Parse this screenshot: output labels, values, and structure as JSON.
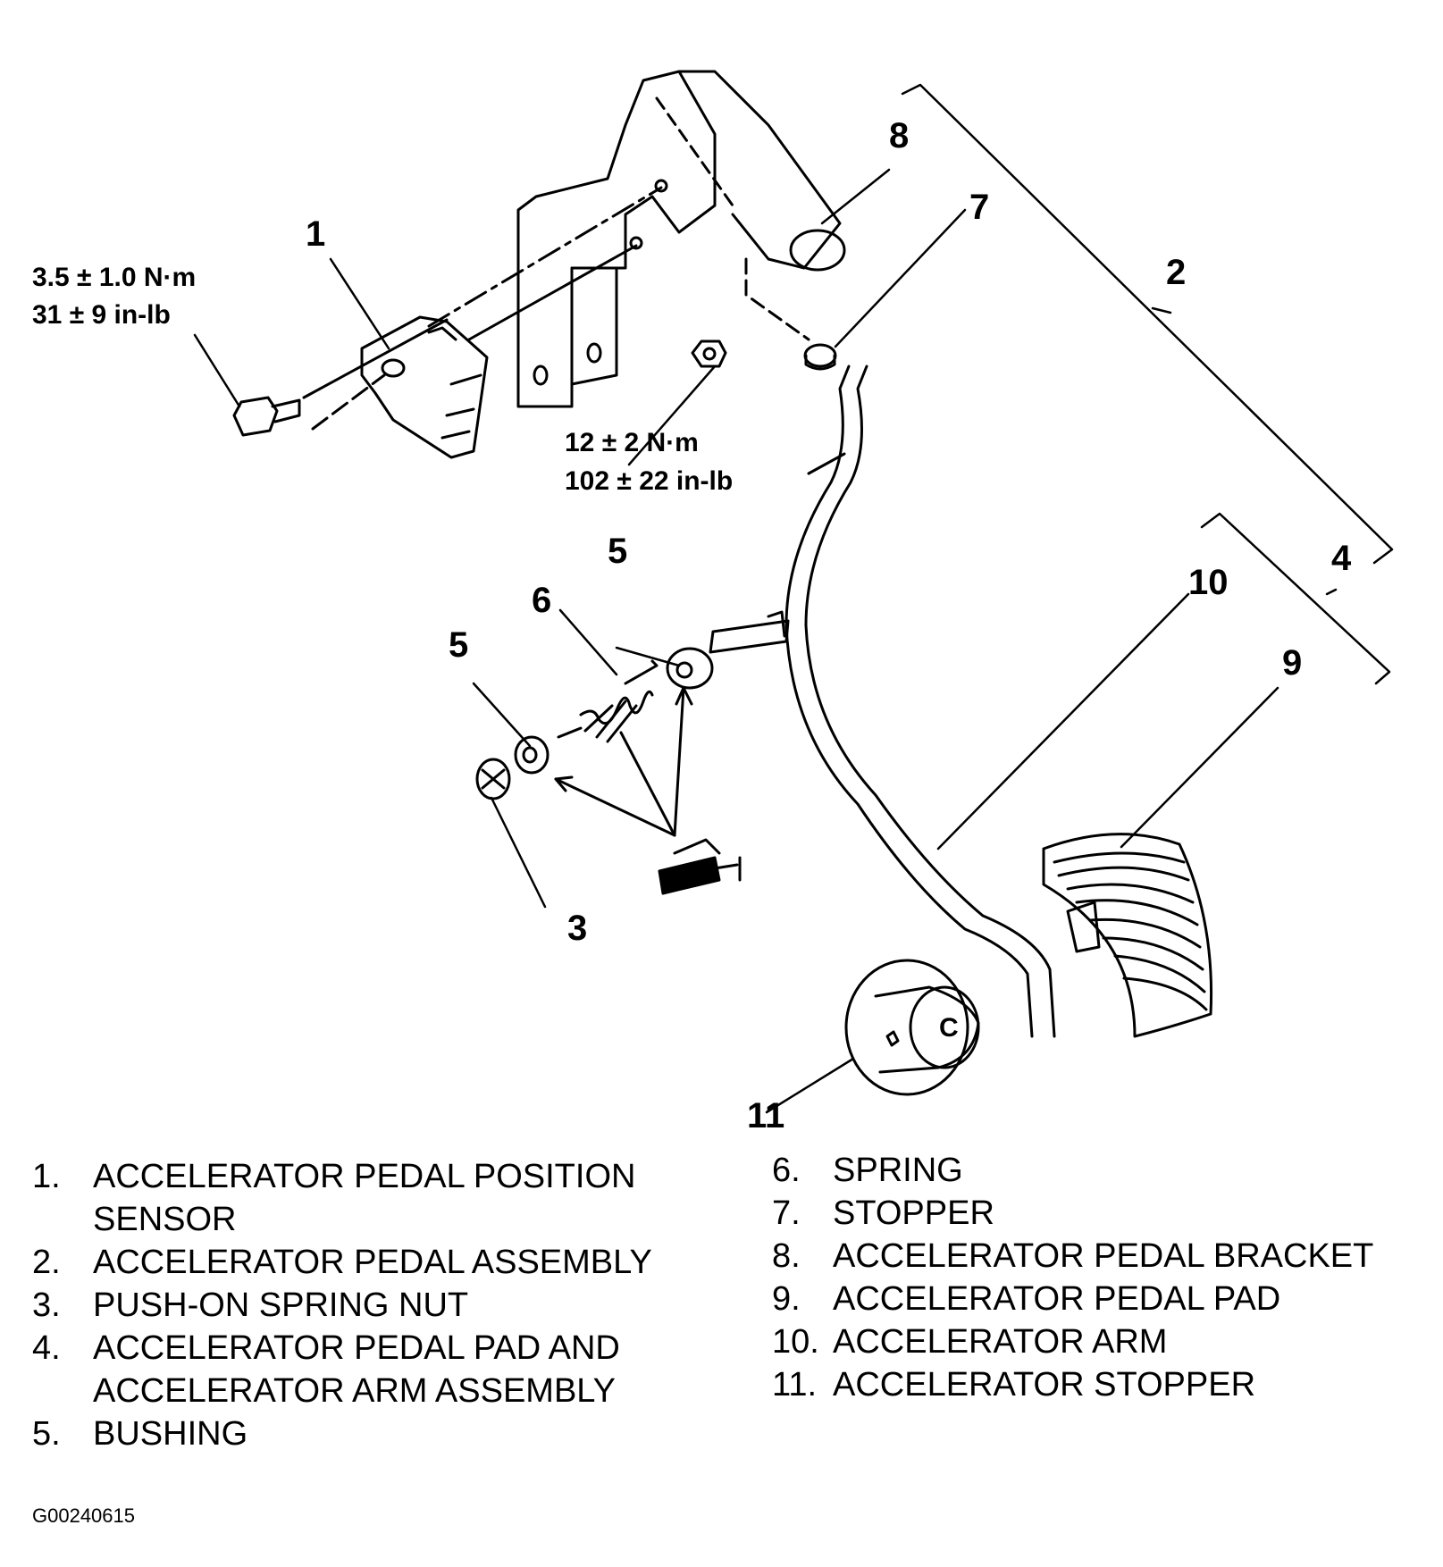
{
  "callouts": {
    "c1": "1",
    "c2": "2",
    "c3": "3",
    "c4": "4",
    "c5a": "5",
    "c5b": "5",
    "c6": "6",
    "c7": "7",
    "c8": "8",
    "c9": "9",
    "c10": "10",
    "c11": "11"
  },
  "torque": {
    "sensor_bolt": {
      "metric": "3.5 ± 1.0 N·m",
      "imperial": "31 ± 9 in-lb"
    },
    "bracket_nut": {
      "metric": "12 ± 2 N·m",
      "imperial": "102 ± 22 in-lb"
    }
  },
  "legend": {
    "left": [
      {
        "num": "1.",
        "lines": [
          "ACCELERATOR PEDAL POSITION",
          "SENSOR"
        ]
      },
      {
        "num": "2.",
        "lines": [
          "ACCELERATOR PEDAL ASSEMBLY"
        ]
      },
      {
        "num": "3.",
        "lines": [
          "PUSH-ON SPRING NUT"
        ]
      },
      {
        "num": "4.",
        "lines": [
          "ACCELERATOR PEDAL PAD AND",
          "ACCELERATOR ARM ASSEMBLY"
        ]
      },
      {
        "num": "5.",
        "lines": [
          "BUSHING"
        ]
      }
    ],
    "right": [
      {
        "num": "6.",
        "lines": [
          "SPRING"
        ]
      },
      {
        "num": "7.",
        "lines": [
          "STOPPER"
        ]
      },
      {
        "num": "8.",
        "lines": [
          "ACCELERATOR PEDAL BRACKET"
        ]
      },
      {
        "num": "9.",
        "lines": [
          "ACCELERATOR PEDAL PAD"
        ]
      },
      {
        "num": "10.",
        "lines": [
          "ACCELERATOR ARM"
        ]
      },
      {
        "num": "11.",
        "lines": [
          "ACCELERATOR STOPPER"
        ]
      }
    ]
  },
  "figure_id": "G00240615",
  "stopper_cap_letter": "C"
}
